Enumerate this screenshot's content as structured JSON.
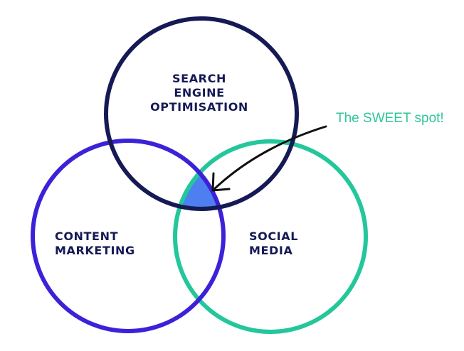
{
  "colors": {
    "background": "#ffffff",
    "seo": "#151a55",
    "content": "#3b22d8",
    "social": "#23c79b",
    "sweet_spot_fill": "#4d7ff0",
    "arrow": "#111111",
    "callout": "#2fc79a"
  },
  "circles": {
    "seo": {
      "lines": [
        "SEARCH",
        "ENGINE",
        "OPTIMISATION"
      ]
    },
    "content": {
      "lines": [
        "CONTENT",
        "MARKETING"
      ]
    },
    "social": {
      "lines": [
        "SOCIAL",
        "MEDIA"
      ]
    }
  },
  "callout": {
    "text": "The SWEET spot!"
  }
}
